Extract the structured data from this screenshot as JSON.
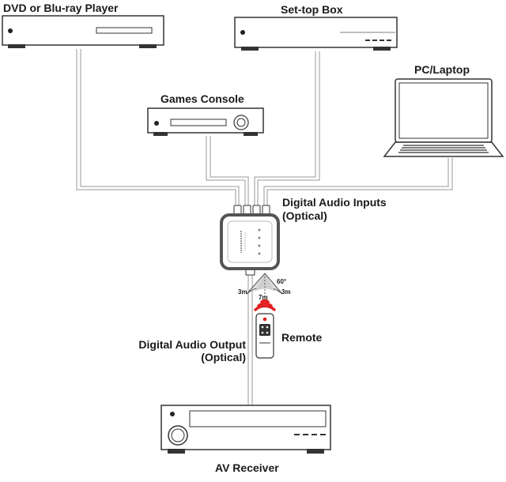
{
  "devices": {
    "dvd": {
      "label": "DVD or Blu-ray Player"
    },
    "settop": {
      "label": "Set-top Box"
    },
    "pc": {
      "label": "PC/Laptop"
    },
    "games": {
      "label": "Games Console"
    },
    "receiver": {
      "label": "AV Receiver"
    }
  },
  "switcher": {
    "inputs_label_line1": "Digital Audio Inputs",
    "inputs_label_line2": "(Optical)",
    "output_label_line1": "Digital Audio Output",
    "output_label_line2": "(Optical)"
  },
  "ir": {
    "angle": "60°",
    "distance_center": "7m",
    "distance_left": "3m",
    "distance_right": "3m"
  },
  "remote": {
    "label": "Remote"
  },
  "colors": {
    "line": "#333333",
    "cable": "#aaaaaa",
    "device_fill": "#ffffff",
    "ir_signal": "#e02020"
  }
}
